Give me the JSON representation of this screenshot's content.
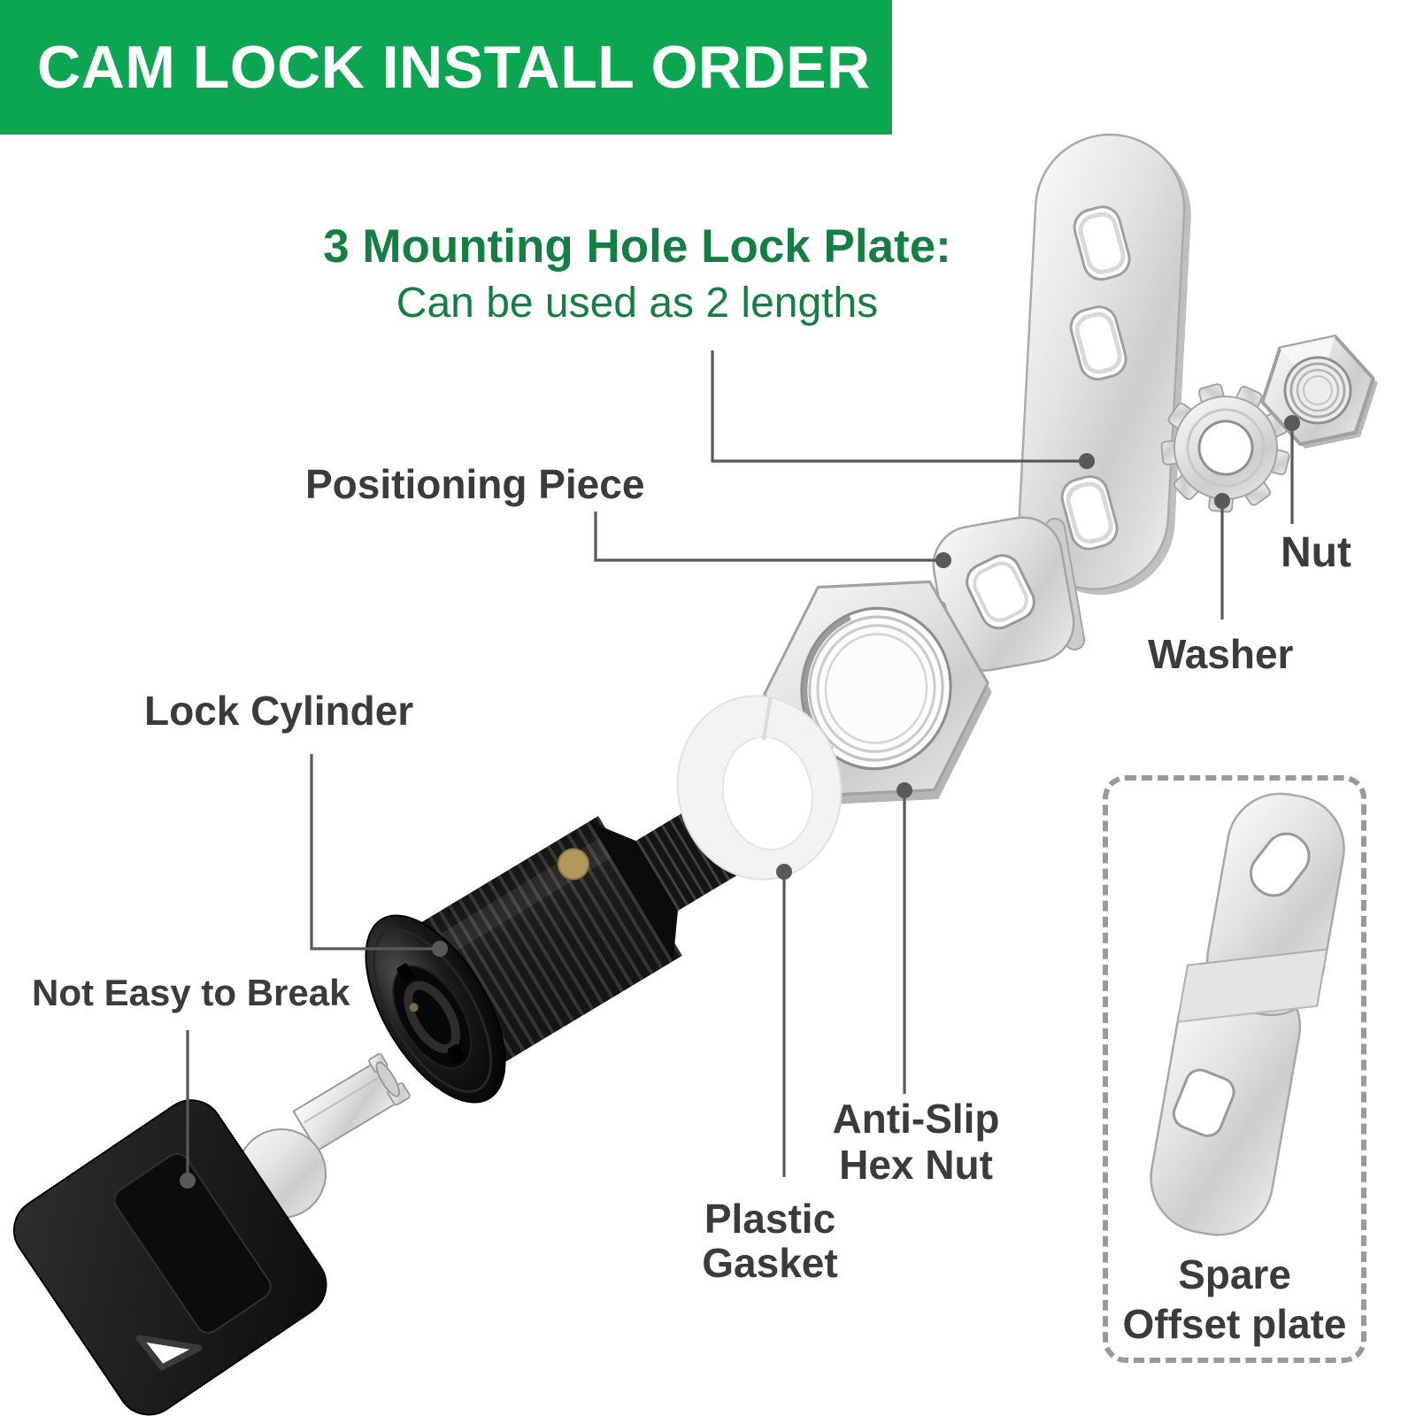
{
  "banner": {
    "title": "CAM LOCK INSTALL ORDER"
  },
  "heading": {
    "line1": "3 Mounting Hole Lock Plate:",
    "line2": "Can be used as 2 lengths"
  },
  "labels": {
    "positioning_piece": "Positioning Piece",
    "nut": "Nut",
    "washer": "Washer",
    "lock_cylinder": "Lock Cylinder",
    "not_easy_to_break": "Not Easy to Break",
    "anti_slip_hex_nut": [
      "Anti-Slip",
      "Hex Nut"
    ],
    "plastic_gasket": [
      "Plastic",
      "Gasket"
    ],
    "spare_offset_plate": [
      "Spare",
      "Offset plate"
    ]
  },
  "parts": [
    "lock-plate",
    "star-washer",
    "nut",
    "positioning-piece",
    "anti-slip-hex-nut",
    "plastic-gasket",
    "lock-cylinder",
    "key",
    "spare-offset-plate"
  ],
  "colors": {
    "banner_bg": "#0CA551",
    "banner_text": "#FFFFFF",
    "heading_green": "#157E43",
    "label_gray": "#3B3B3D",
    "leader_gray": "#58595B",
    "dashed_border": "#9A9A9A",
    "metal_light": "#F2F2F2",
    "black_part": "#111111",
    "brass_pin": "#B3975C"
  }
}
